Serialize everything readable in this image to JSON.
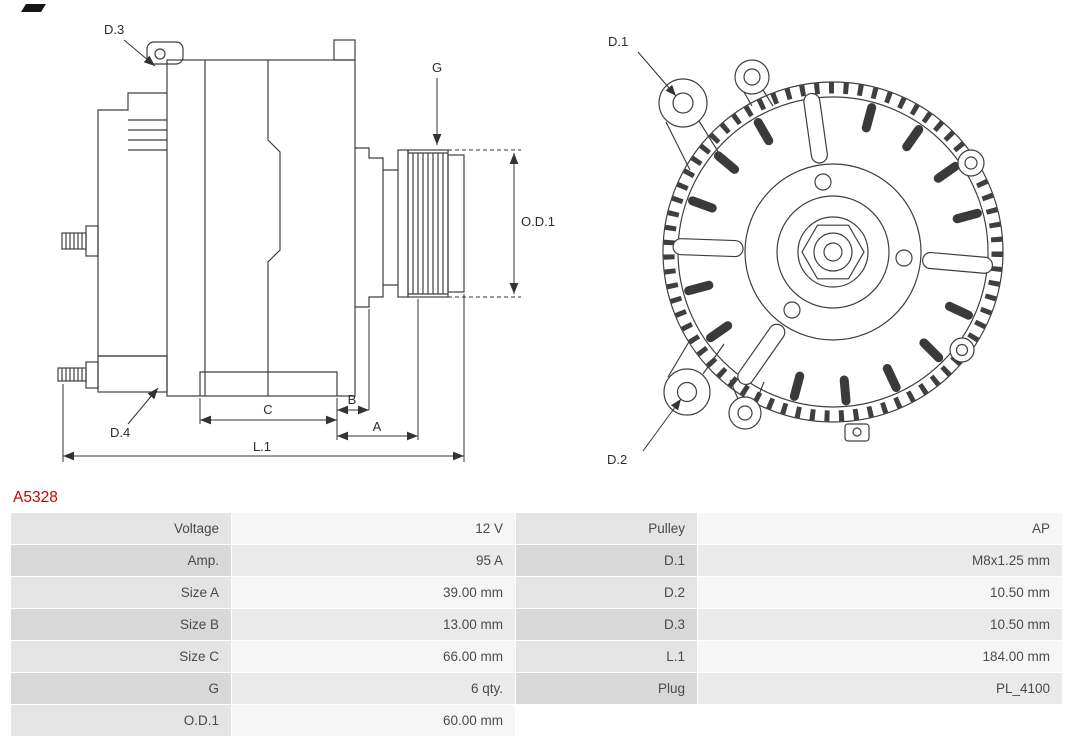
{
  "part_number": "A5328",
  "icons": {
    "logo_fragment": "black-parallelogram-top-left"
  },
  "diagram": {
    "labels": {
      "d1": "D.1",
      "d2": "D.2",
      "d3": "D.3",
      "d4": "D.4",
      "g": "G",
      "od1": "O.D.1",
      "a": "A",
      "b": "B",
      "c": "C",
      "l1": "L.1"
    }
  },
  "specs": {
    "rows": [
      {
        "label1": "Voltage",
        "value1": "12 V",
        "label2": "Pulley",
        "value2": "AP"
      },
      {
        "label1": "Amp.",
        "value1": "95 A",
        "label2": "D.1",
        "value2": "M8x1.25 mm"
      },
      {
        "label1": "Size A",
        "value1": "39.00 mm",
        "label2": "D.2",
        "value2": "10.50 mm"
      },
      {
        "label1": "Size B",
        "value1": "13.00 mm",
        "label2": "D.3",
        "value2": "10.50 mm"
      },
      {
        "label1": "Size C",
        "value1": "66.00 mm",
        "label2": "L.1",
        "value2": "184.00 mm"
      },
      {
        "label1": "G",
        "value1": "6 qty.",
        "label2": "Plug",
        "value2": "PL_4100"
      },
      {
        "label1": "O.D.1",
        "value1": "60.00 mm",
        "label2": "",
        "value2": ""
      }
    ]
  },
  "colors": {
    "part_number": "#cc0000",
    "line": "#3f3f3f",
    "label_cell_odd": "#e4e4e4",
    "label_cell_even": "#d8d8d8",
    "value_cell_odd": "#f6f6f6",
    "value_cell_even": "#eaeaea",
    "text": "#4a4a4a"
  }
}
